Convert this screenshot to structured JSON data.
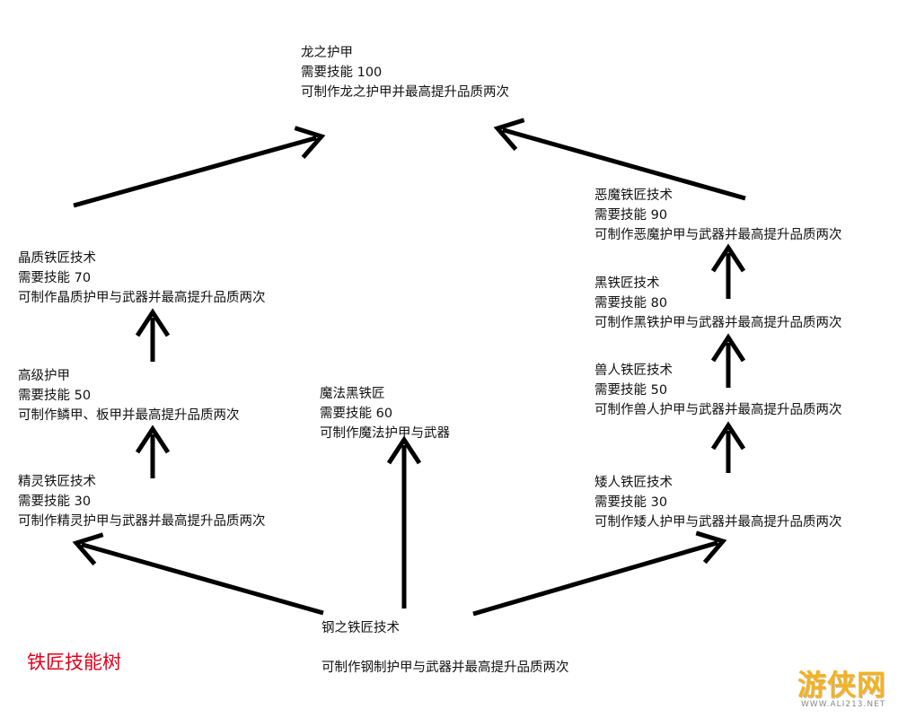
{
  "title": "铁匠技能树",
  "nodes": {
    "dragon": {
      "name": "龙之护甲",
      "req": "需要技能 100",
      "desc": "可制作龙之护甲并最高提升品质两次"
    },
    "glass": {
      "name": "晶质铁匠技术",
      "req": "需要技能 70",
      "desc": "可制作晶质护甲与武器并最高提升品质两次"
    },
    "advanced": {
      "name": "高级护甲",
      "req": "需要技能 50",
      "desc": "可制作鳞甲、板甲并最高提升品质两次"
    },
    "elven": {
      "name": "精灵铁匠技术",
      "req": "需要技能 30",
      "desc": "可制作精灵护甲与武器并最高提升品质两次"
    },
    "arcane": {
      "name": "魔法黑铁匠",
      "req": "需要技能 60",
      "desc": "可制作魔法护甲与武器"
    },
    "daedric": {
      "name": "恶魔铁匠技术",
      "req": "需要技能 90",
      "desc": "可制作恶魔护甲与武器并最高提升品质两次"
    },
    "ebony": {
      "name": "黑铁匠技术",
      "req": "需要技能 80",
      "desc": "可制作黑铁护甲与武器并最高提升品质两次"
    },
    "orcish": {
      "name": "兽人铁匠技术",
      "req": "需要技能 50",
      "desc": "可制作兽人护甲与武器并最高提升品质两次"
    },
    "dwarven": {
      "name": "矮人铁匠技术",
      "req": "需要技能 30",
      "desc": "可制作矮人护甲与武器并最高提升品质两次"
    },
    "steel": {
      "name": "钢之铁匠技术",
      "desc": "可制作钢制护甲与武器并最高提升品质两次"
    }
  },
  "edges": [
    {
      "from": "steel",
      "to": "elven"
    },
    {
      "from": "steel",
      "to": "arcane"
    },
    {
      "from": "steel",
      "to": "dwarven"
    },
    {
      "from": "elven",
      "to": "advanced"
    },
    {
      "from": "advanced",
      "to": "glass"
    },
    {
      "from": "glass",
      "to": "dragon"
    },
    {
      "from": "dwarven",
      "to": "orcish"
    },
    {
      "from": "orcish",
      "to": "ebony"
    },
    {
      "from": "ebony",
      "to": "daedric"
    },
    {
      "from": "daedric",
      "to": "dragon"
    }
  ],
  "watermark": {
    "logo": "游侠网",
    "url": "WWW.ALI213.NET"
  },
  "colors": {
    "title": "#e3001b",
    "arrow": "#000000",
    "text": "#111111",
    "watermark": "#f4b21e"
  }
}
